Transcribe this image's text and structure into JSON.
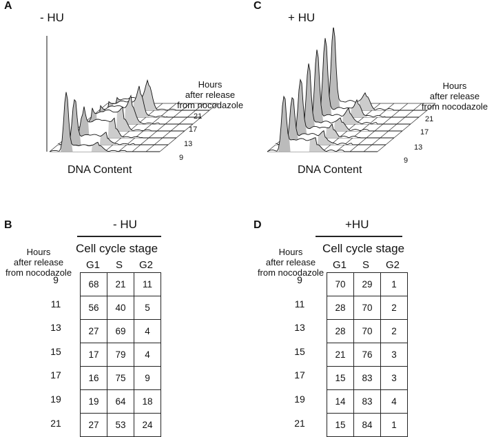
{
  "panel_A": {
    "letter": "A",
    "condition": "- HU",
    "axis_title": "DNA Content",
    "depth_title": [
      "Hours",
      "after release",
      "from   nocodazole"
    ],
    "depth_ticks": [
      "21",
      "17",
      "13",
      "9"
    ]
  },
  "panel_C": {
    "letter": "C",
    "condition": "+ HU",
    "axis_title": "DNA Content",
    "depth_title": [
      "Hours",
      "after release",
      "from   nocodazole"
    ],
    "depth_ticks": [
      "21",
      "17",
      "13",
      "9"
    ]
  },
  "panel_B": {
    "letter": "B",
    "condition": "- HU",
    "stage_title": "Cell cycle stage",
    "row_title": [
      "Hours",
      "after release",
      "from   nocodazole"
    ],
    "columns": [
      "G1",
      "S",
      "G2"
    ],
    "rows": [
      {
        "hour": "9",
        "values": [
          "68",
          "21",
          "11"
        ]
      },
      {
        "hour": "11",
        "values": [
          "56",
          "40",
          "5"
        ]
      },
      {
        "hour": "13",
        "values": [
          "27",
          "69",
          "4"
        ]
      },
      {
        "hour": "15",
        "values": [
          "17",
          "79",
          "4"
        ]
      },
      {
        "hour": "17",
        "values": [
          "16",
          "75",
          "9"
        ]
      },
      {
        "hour": "19",
        "values": [
          "19",
          "64",
          "18"
        ]
      },
      {
        "hour": "21",
        "values": [
          "27",
          "53",
          "24"
        ]
      }
    ]
  },
  "panel_D": {
    "letter": "D",
    "condition": "+HU",
    "stage_title": "Cell cycle stage",
    "row_title": [
      "Hours",
      "after release",
      "from   nocodazole"
    ],
    "columns": [
      "G1",
      "S",
      "G2"
    ],
    "rows": [
      {
        "hour": "9",
        "values": [
          "70",
          "29",
          "1"
        ]
      },
      {
        "hour": "11",
        "values": [
          "28",
          "70",
          "2"
        ]
      },
      {
        "hour": "13",
        "values": [
          "28",
          "70",
          "2"
        ]
      },
      {
        "hour": "15",
        "values": [
          "21",
          "76",
          "3"
        ]
      },
      {
        "hour": "17",
        "values": [
          "15",
          "83",
          "3"
        ]
      },
      {
        "hour": "19",
        "values": [
          "14",
          "83",
          "4"
        ]
      },
      {
        "hour": "21",
        "values": [
          "15",
          "84",
          "1"
        ]
      }
    ]
  },
  "histogram_A": {
    "traces": [
      {
        "hour": 9,
        "g1": 1.0,
        "s": 0.1,
        "g2": 0.1
      },
      {
        "hour": 11,
        "g1": 0.75,
        "s": 0.16,
        "g2": 0.1
      },
      {
        "hour": 13,
        "g1": 0.4,
        "s": 0.3,
        "g2": 0.14
      },
      {
        "hour": 15,
        "g1": 0.2,
        "s": 0.34,
        "g2": 0.2
      },
      {
        "hour": 17,
        "g1": 0.12,
        "s": 0.3,
        "g2": 0.3
      },
      {
        "hour": 19,
        "g1": 0.1,
        "s": 0.26,
        "g2": 0.38
      },
      {
        "hour": 21,
        "g1": 0.1,
        "s": 0.2,
        "g2": 0.42
      }
    ]
  },
  "histogram_C": {
    "traces": [
      {
        "hour": 9,
        "g1": 0.65,
        "s": 0.14,
        "g2": 0.08
      },
      {
        "hour": 11,
        "g1": 0.55,
        "s": 0.12,
        "g2": 0.08
      },
      {
        "hour": 13,
        "g1": 0.7,
        "s": 0.12,
        "g2": 0.08
      },
      {
        "hour": 15,
        "g1": 0.8,
        "s": 0.1,
        "g2": 0.1
      },
      {
        "hour": 17,
        "g1": 0.88,
        "s": 0.1,
        "g2": 0.12
      },
      {
        "hour": 19,
        "g1": 0.95,
        "s": 0.1,
        "g2": 0.14
      },
      {
        "hour": 21,
        "g1": 1.0,
        "s": 0.1,
        "g2": 0.16
      }
    ]
  }
}
